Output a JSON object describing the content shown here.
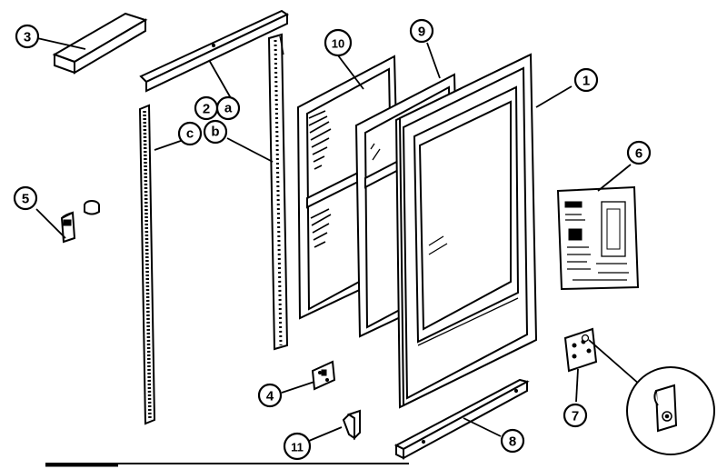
{
  "callouts": [
    {
      "id": "c1",
      "label": "1"
    },
    {
      "id": "c2",
      "label": "2"
    },
    {
      "id": "ca",
      "label": "a"
    },
    {
      "id": "cc",
      "label": "c"
    },
    {
      "id": "cb",
      "label": "b"
    },
    {
      "id": "c3",
      "label": "3"
    },
    {
      "id": "c4",
      "label": "4"
    },
    {
      "id": "c5",
      "label": "5"
    },
    {
      "id": "c6",
      "label": "6"
    },
    {
      "id": "c7",
      "label": "7"
    },
    {
      "id": "c8",
      "label": "8"
    },
    {
      "id": "c9",
      "label": "9"
    },
    {
      "id": "c10",
      "label": "10"
    },
    {
      "id": "c11",
      "label": "11"
    }
  ]
}
